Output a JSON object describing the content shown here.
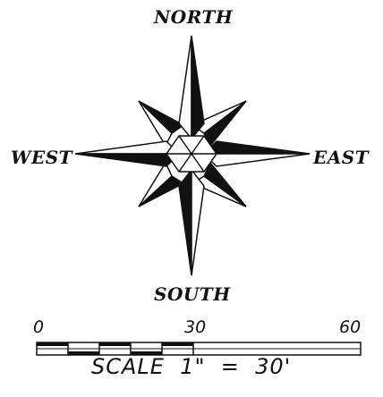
{
  "compass": {
    "north": "NORTH",
    "south": "SOUTH",
    "west": "WEST",
    "east": "EAST"
  },
  "scale_bar": {
    "ticks": [
      "0",
      "30",
      "60"
    ],
    "label": "SCALE  1\"  =  30'"
  },
  "colors": {
    "ink": "#111111",
    "background": "#ffffff"
  }
}
